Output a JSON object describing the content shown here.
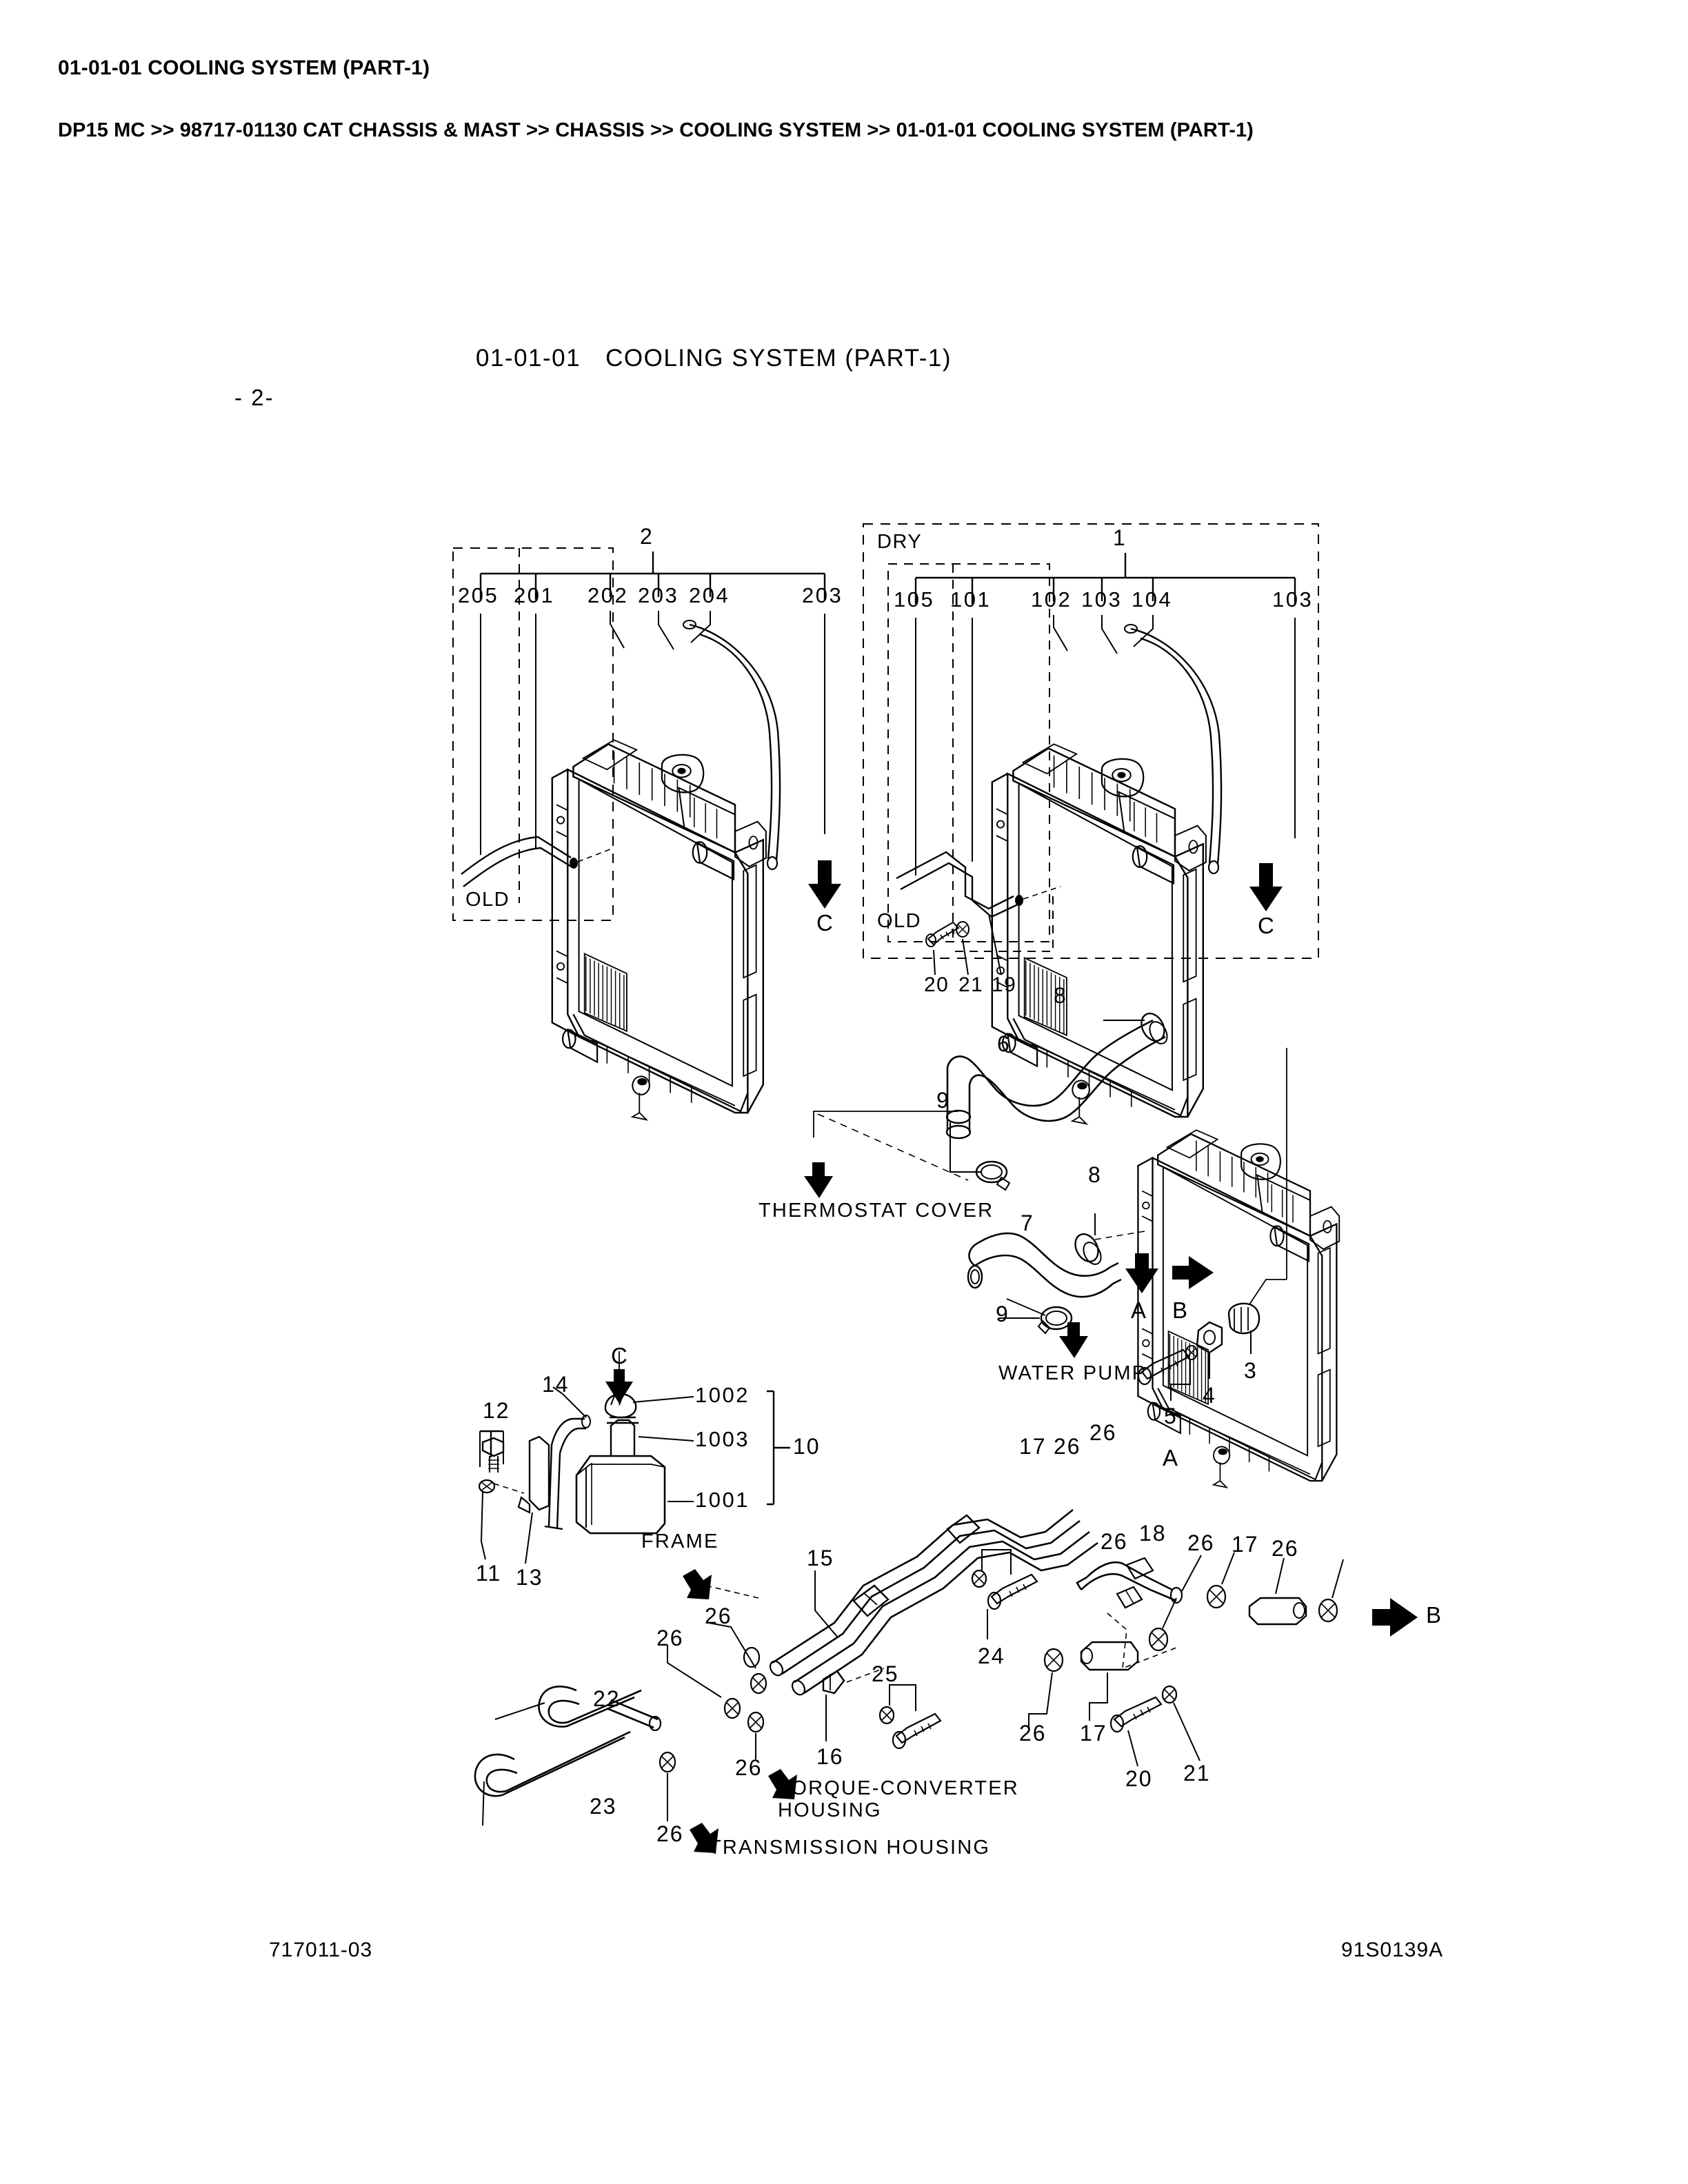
{
  "header": {
    "title": "01-01-01 COOLING SYSTEM (PART-1)",
    "breadcrumb": "DP15 MC >> 98717-01130 CAT CHASSIS & MAST >> CHASSIS >> COOLING SYSTEM >> 01-01-01 COOLING SYSTEM (PART-1)"
  },
  "drawing": {
    "code": "01-01-01",
    "name": "COOLING SYSTEM (PART-1)",
    "page_number": "- 2-",
    "footer_left": "717011-03",
    "footer_right": "91S0139A"
  },
  "groups": {
    "left_assembly": {
      "callout": "2",
      "box_tag": "OLD",
      "arrow_mark": "C",
      "leaders": [
        "205",
        "201",
        "202",
        "203",
        "204",
        "203"
      ]
    },
    "right_assembly": {
      "callout": "1",
      "box_tag": "DRY",
      "inner_box_tag": "OLD",
      "arrow_mark": "C",
      "leaders": [
        "105",
        "101",
        "102",
        "103",
        "104",
        "103"
      ],
      "extra_items": [
        "20",
        "21",
        "19"
      ]
    },
    "reservoir": {
      "bracket_callout": "10",
      "sub_items": [
        "1002",
        "1003",
        "1001"
      ],
      "arrow_mark": "C",
      "items": [
        "12",
        "14",
        "11",
        "13"
      ],
      "section_label": "FRAME"
    }
  },
  "section_labels": [
    "THERMOSTAT COVER",
    "WATER PUMP",
    "FRAME",
    "TORQUE-CONVERTER",
    "HOUSING",
    "TRANSMISSION HOUSING"
  ],
  "arrow_marks": {
    "a": "A",
    "b": "B",
    "c": "C"
  },
  "item_numbers": {
    "hose_upper": "6",
    "hose_lower": "7",
    "clamp_top": "8",
    "clamp_mid": "8",
    "clamp_ring_upper": "9",
    "clamp_ring_lower": "9",
    "cap": "3",
    "plug": "4",
    "bolt": "5",
    "tube_main": "15",
    "clip_16": "16",
    "fitting_17a": "17",
    "fitting_17b": "17",
    "fitting_17c": "17",
    "elbow_18": "18",
    "nipple_19": "19",
    "bolt_20a": "20",
    "bolt_20b": "20",
    "washer_21a": "21",
    "washer_21b": "21",
    "tube_22": "22",
    "tube_23": "23",
    "bolt_24": "24",
    "bolt_25": "25",
    "oring_26": "26"
  },
  "leader_numbers_flat": [
    "205",
    "201",
    "202",
    "203",
    "204",
    "203",
    "105",
    "101",
    "102",
    "103",
    "104",
    "103",
    "1",
    "2",
    "3",
    "4",
    "5",
    "6",
    "7",
    "8",
    "9",
    "10",
    "11",
    "12",
    "13",
    "14",
    "15",
    "16",
    "17",
    "18",
    "19",
    "20",
    "21",
    "22",
    "23",
    "24",
    "25",
    "26",
    "1001",
    "1002",
    "1003"
  ]
}
